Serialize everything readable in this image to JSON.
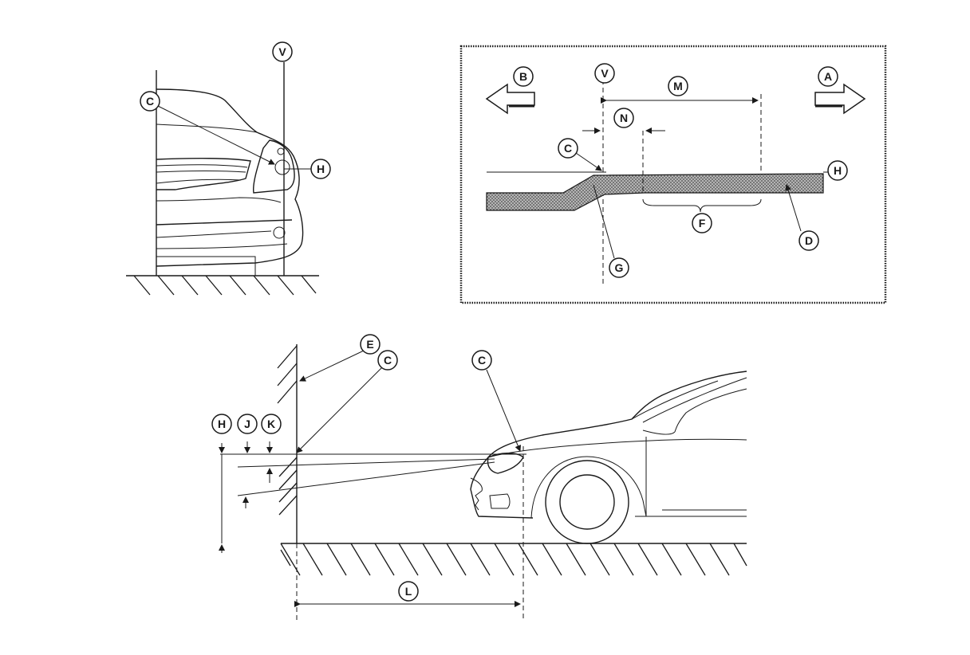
{
  "labels": {
    "A": "A",
    "B": "B",
    "C": "C",
    "D": "D",
    "E": "E",
    "F": "F",
    "G": "G",
    "H": "H",
    "J": "J",
    "K": "K",
    "L": "L",
    "M": "M",
    "N": "N",
    "V": "V"
  },
  "colors": {
    "line": "#1a1a1a",
    "beam_pattern": "#888888",
    "background": "#ffffff"
  }
}
